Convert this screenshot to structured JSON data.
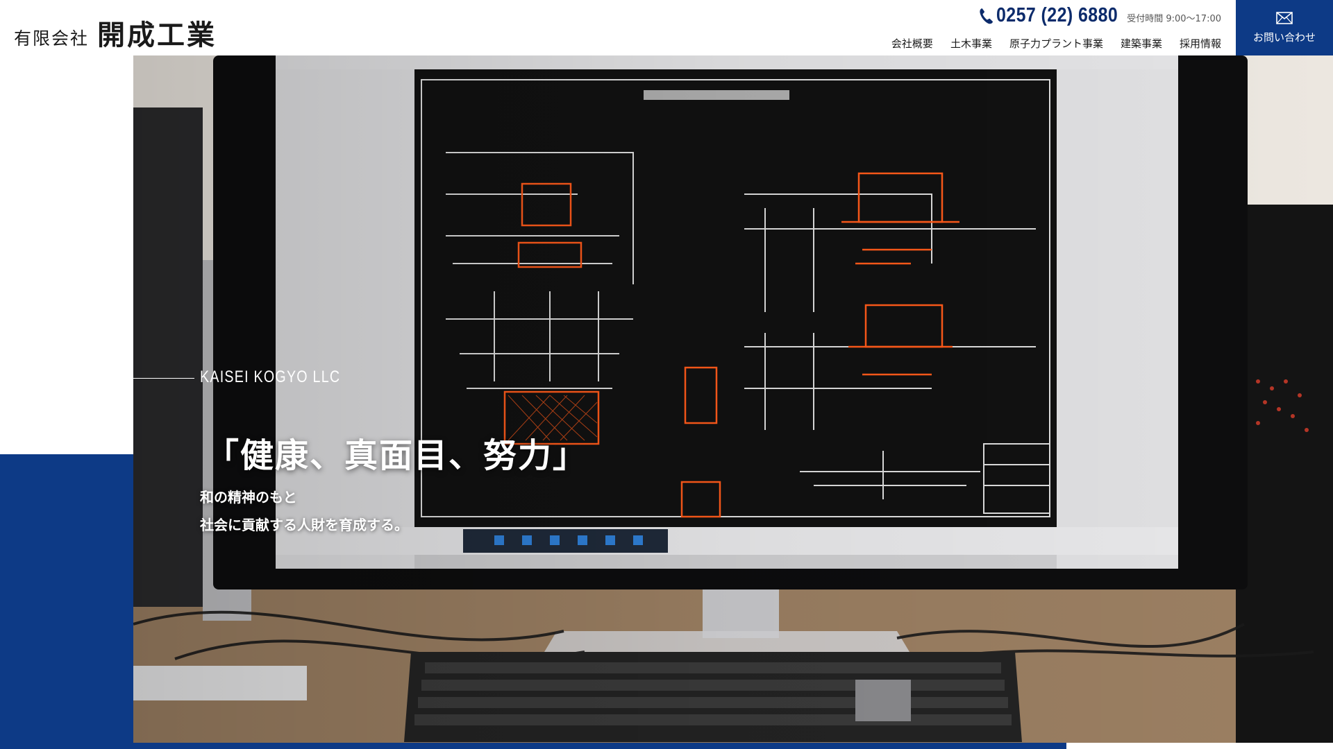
{
  "header": {
    "logo_prefix": "有限会社",
    "logo_name": "開成工業",
    "phone_number": "0257 (22) 6880",
    "phone_hours": "受付時間 9:00〜17:00",
    "phone_icon": "phone-icon",
    "nav": [
      {
        "label": "会社概要"
      },
      {
        "label": "土木事業"
      },
      {
        "label": "原子力プラント事業"
      },
      {
        "label": "建築事業"
      },
      {
        "label": "採用情報"
      }
    ],
    "contact": {
      "label": "お問い合わせ",
      "icon": "mail-icon"
    }
  },
  "hero": {
    "company_en": "KAISEI KOGYO LLC",
    "slogan": "「健康、真面目、努力」",
    "sub_lines": [
      "和の精神のもと",
      "社会に貢献する人財を育成する。"
    ],
    "image": "cad-monitor-workstation-photo"
  },
  "colors": {
    "brand_blue": "#0d3a86",
    "phone_blue": "#0c2b6b",
    "text_dark": "#1a1a1a"
  }
}
